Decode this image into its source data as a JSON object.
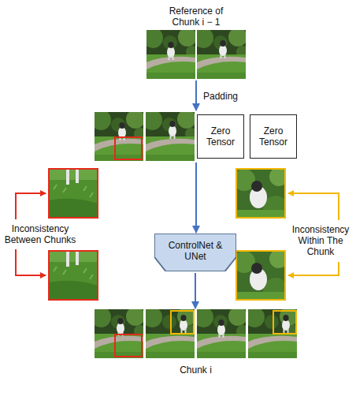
{
  "diagram": {
    "nodes": [
      {
        "text": [
          "Reference of Chunk i − 1"
        ]
      },
      {
        "text": [
          "Zero Tensor"
        ]
      },
      {
        "text": [
          "Zero Tensor"
        ]
      },
      {
        "text": [
          "ControlNet & UNet"
        ]
      },
      {
        "text": [
          "Chunk i"
        ]
      }
    ],
    "edges": [
      {
        "from": 0,
        "to": 3,
        "arrow": "to",
        "label": "Padding"
      },
      {
        "from": 3,
        "to": 4,
        "arrow": "to"
      }
    ],
    "labels": [
      "Inconsistency Between Chunks",
      "Inconsistency Within The Chunk"
    ]
  }
}
